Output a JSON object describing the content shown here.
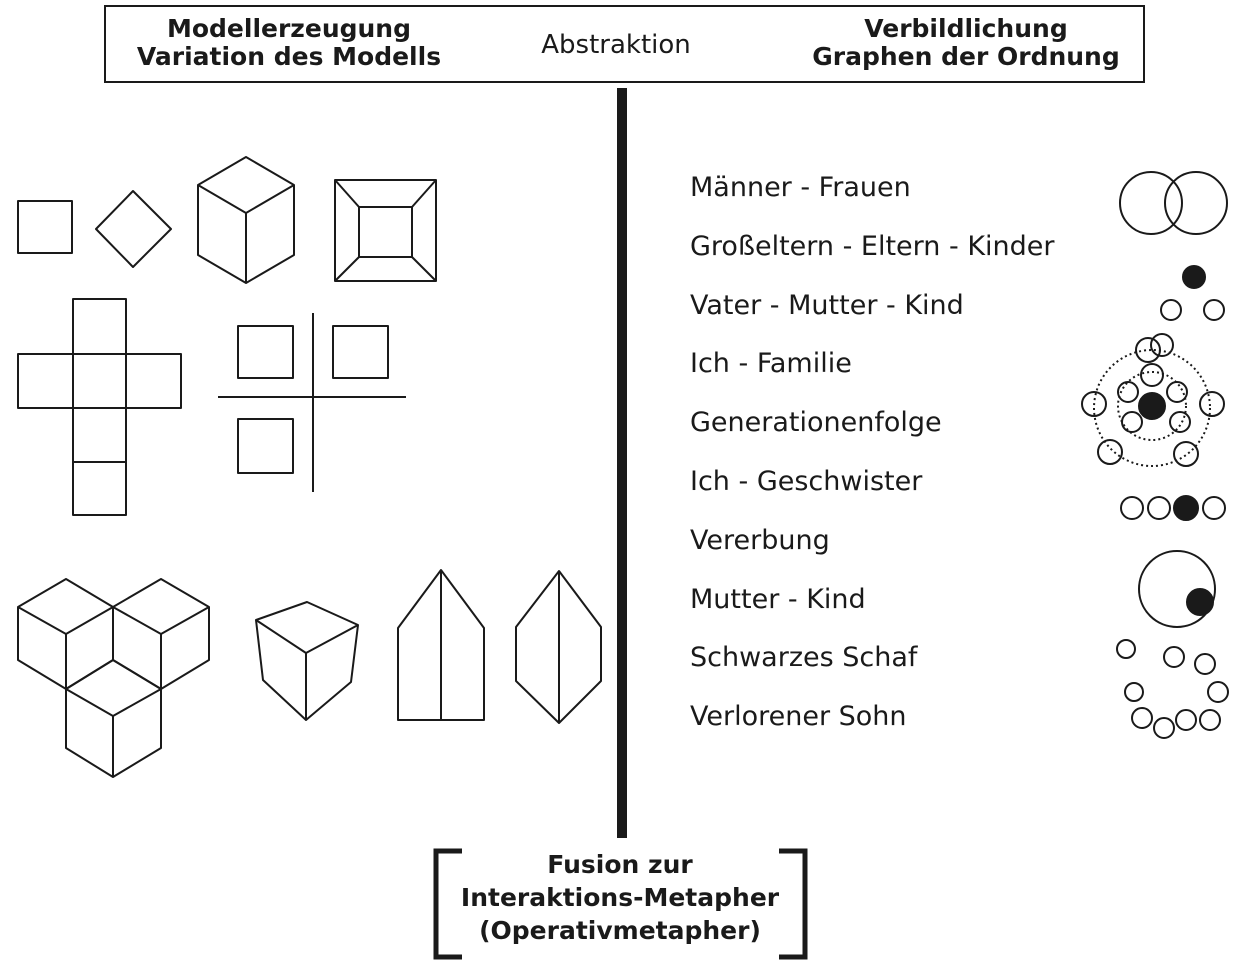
{
  "header": {
    "left_line1": "Modellerzeugung",
    "left_line2": "Variation des Modells",
    "middle": "Abstraktion",
    "right_line1": "Verbildlichung",
    "right_line2": "Graphen der Ordnung"
  },
  "concepts": [
    "Männer - Frauen",
    "Großeltern - Eltern - Kinder",
    "Vater - Mutter - Kind",
    "Ich - Familie",
    "Generationenfolge",
    "Ich - Geschwister",
    "Vererbung",
    "Mutter - Kind",
    "Schwarzes Schaf",
    "Verlorener Sohn"
  ],
  "footer": {
    "line1": "Fusion zur",
    "line2": "Interaktions-Metapher",
    "line3": "(Operativmetapher)"
  }
}
